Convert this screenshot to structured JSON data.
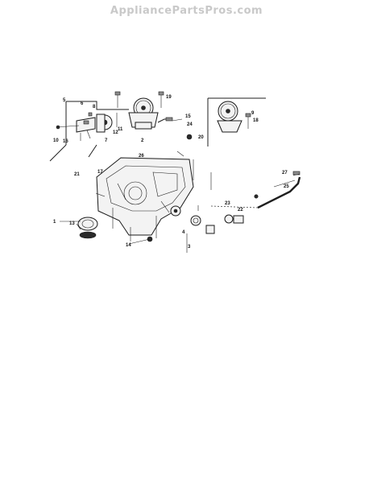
{
  "watermark": "AppliancePartsPros.com",
  "callouts": {
    "c1": "1",
    "c2": "2",
    "c3": "3",
    "c4": "4",
    "c5": "5",
    "c6": "6",
    "c7": "7",
    "c8": "8",
    "c9": "9",
    "c10": "10",
    "c11": "11",
    "c12": "12",
    "c13": "13",
    "c14": "14",
    "c15": "15",
    "c16": "16",
    "c17": "17",
    "c18": "18",
    "c19": "19",
    "c20": "20",
    "c21": "21",
    "c22": "22",
    "c23": "23",
    "c24": "24",
    "c25": "25",
    "c26": "26",
    "c27": "27"
  }
}
